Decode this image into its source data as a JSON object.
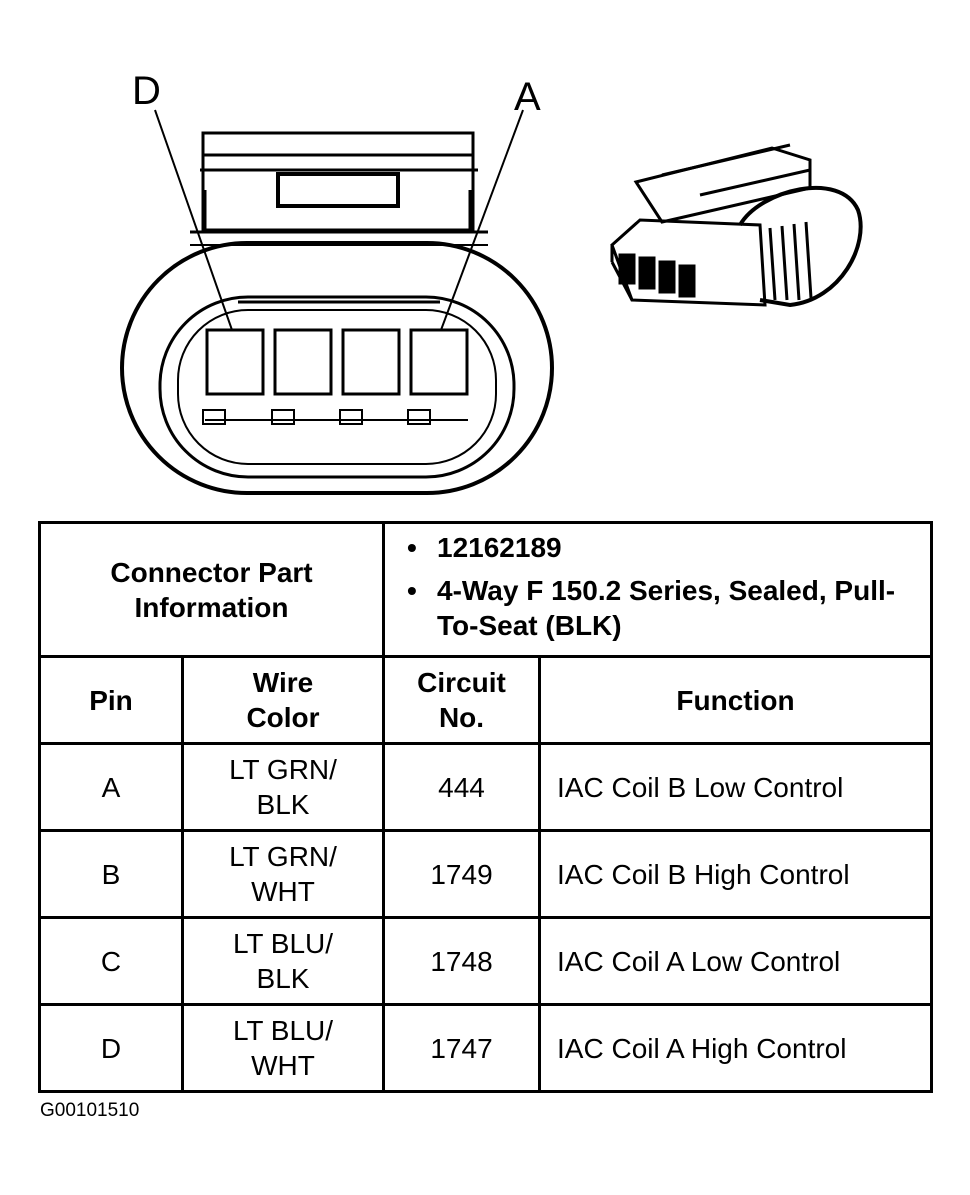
{
  "diagram": {
    "pin_labels": {
      "left": "D",
      "right": "A"
    }
  },
  "table": {
    "part_info_label": "Connector Part Information",
    "part_info_items": [
      "12162189",
      "4-Way F 150.2 Series, Sealed, Pull-To-Seat (BLK)"
    ],
    "headers": {
      "pin": "Pin",
      "wire_color": "Wire Color",
      "circuit": "Circuit No.",
      "function": "Function"
    },
    "rows": [
      {
        "pin": "A",
        "wire1": "LT GRN/",
        "wire2": "BLK",
        "circuit": "444",
        "function": "IAC Coil B Low Control"
      },
      {
        "pin": "B",
        "wire1": "LT GRN/",
        "wire2": "WHT",
        "circuit": "1749",
        "function": "IAC Coil B High Control"
      },
      {
        "pin": "C",
        "wire1": "LT BLU/",
        "wire2": "BLK",
        "circuit": "1748",
        "function": "IAC Coil A Low Control"
      },
      {
        "pin": "D",
        "wire1": "LT BLU/",
        "wire2": "WHT",
        "circuit": "1747",
        "function": "IAC Coil A High Control"
      }
    ]
  },
  "figure_id": "G00101510"
}
